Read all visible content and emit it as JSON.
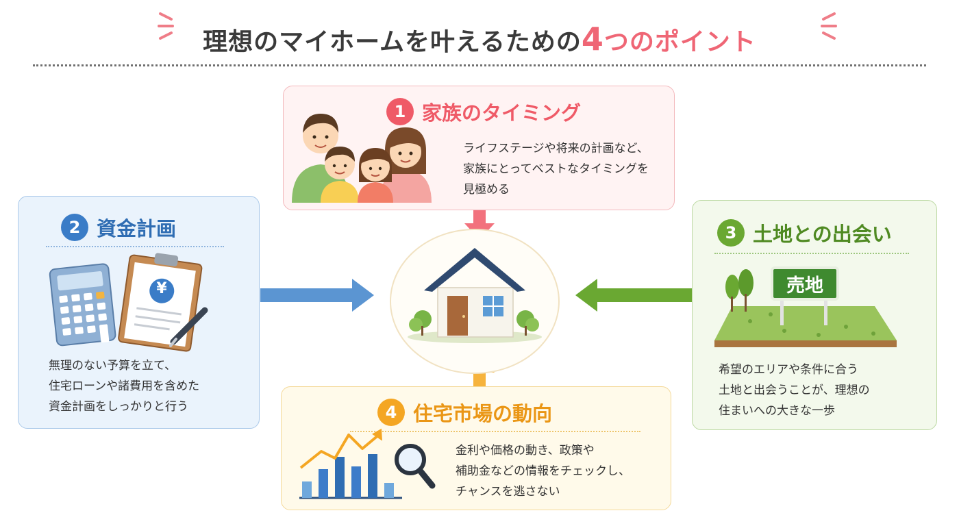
{
  "title": {
    "main": "理想のマイホームを叶えるための",
    "number": "4",
    "suffix": "つのポイント"
  },
  "points": [
    {
      "id": "1",
      "title": "家族のタイミング",
      "color": "#ef5a67",
      "desc": [
        "ライフステージや将来の計画など、",
        "家族にとってベストなタイミングを",
        "見極める"
      ]
    },
    {
      "id": "2",
      "title": "資金計画",
      "color": "#3a7cc7",
      "desc": [
        "無理のない予算を立て、",
        "住宅ローンや諸費用を含めた",
        "資金計画をしっかりと行う"
      ]
    },
    {
      "id": "3",
      "title": "土地との出会い",
      "color": "#6aa832",
      "desc": [
        "希望のエリアや条件に合う",
        "土地と出会うことが、理想の",
        "住まいへの大きな一歩"
      ]
    },
    {
      "id": "4",
      "title": "住宅市場の動向",
      "color": "#f4a623",
      "desc": [
        "金利や価格の動き、政策や",
        "補助金などの情報をチェックし、",
        "チャンスを逃さない"
      ]
    }
  ],
  "land_sign": "売地",
  "yen_symbol": "¥",
  "icons": [
    "family-illustration",
    "calculator-icon",
    "clipboard-yen-icon",
    "pen-icon",
    "house-icon",
    "land-plot-icon",
    "bar-chart-icon",
    "magnifier-icon"
  ]
}
